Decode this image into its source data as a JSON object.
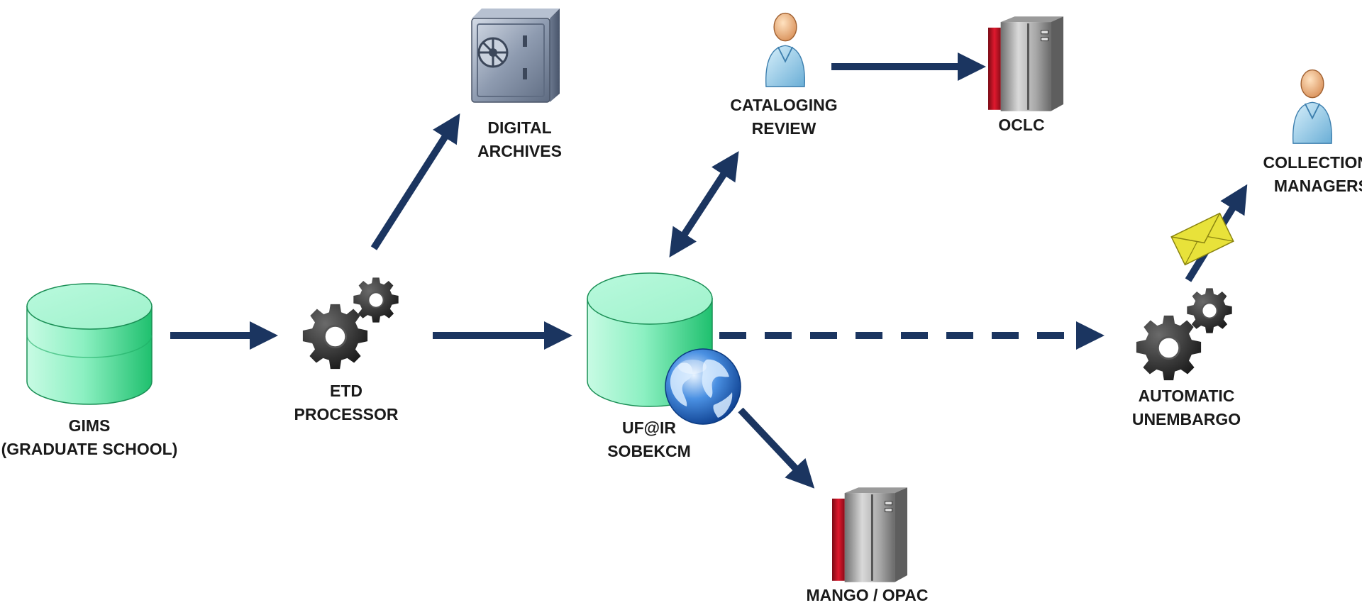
{
  "diagram": {
    "nodes": {
      "gims": {
        "line1": "GIMS",
        "line2": "(GRADUATE SCHOOL)",
        "icon": "database-icon"
      },
      "etd_processor": {
        "line1": "ETD",
        "line2": "PROCESSOR",
        "icon": "gears-icon"
      },
      "digital_archives": {
        "line1": "DIGITAL",
        "line2": "ARCHIVES",
        "icon": "safe-icon"
      },
      "ufir": {
        "line1": "UF@IR",
        "line2": "SOBEKCM",
        "icon": "database-globe-icon"
      },
      "cataloging_review": {
        "line1": "CATALOGING",
        "line2": "REVIEW",
        "icon": "person-icon"
      },
      "oclc": {
        "line1": "OCLC",
        "icon": "server-icon"
      },
      "mango_opac": {
        "line1": "MANGO / OPAC",
        "icon": "server-icon"
      },
      "automatic_unembargo": {
        "line1": "AUTOMATIC",
        "line2": "UNEMBARGO",
        "icon": "gears-icon"
      },
      "collection_managers": {
        "line1": "COLLECTION",
        "line2": "MANAGERS",
        "icon": "person-icon"
      }
    },
    "edges": [
      {
        "from": "gims",
        "to": "etd_processor",
        "style": "solid"
      },
      {
        "from": "etd_processor",
        "to": "ufir",
        "style": "solid"
      },
      {
        "from": "etd_processor",
        "to": "digital_archives",
        "style": "solid"
      },
      {
        "from": "ufir",
        "to": "cataloging_review",
        "style": "solid",
        "bidirectional": true
      },
      {
        "from": "cataloging_review",
        "to": "oclc",
        "style": "solid"
      },
      {
        "from": "ufir",
        "to": "mango_opac",
        "style": "solid"
      },
      {
        "from": "ufir",
        "to": "automatic_unembargo",
        "style": "dashed"
      },
      {
        "from": "automatic_unembargo",
        "to": "collection_managers",
        "style": "solid",
        "via_icon": "envelope-icon"
      }
    ],
    "colors": {
      "arrow": "#1b3560",
      "database_top": "#aef7d6",
      "database_body": "#32d583",
      "server_red": "#c8102e",
      "server_gray": "#8a8a8a",
      "gear": "#2b2b2b",
      "envelope": "#e8e23a"
    }
  }
}
